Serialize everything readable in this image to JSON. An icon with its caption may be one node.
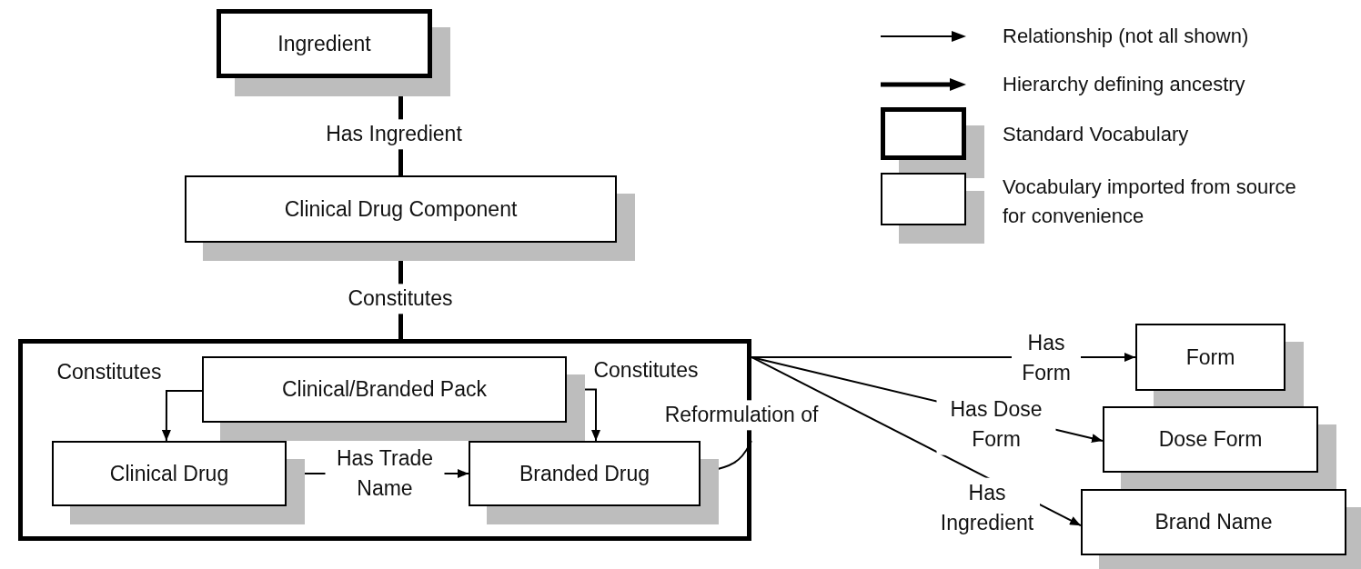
{
  "diagram": {
    "nodes": [
      {
        "text": [
          "Ingredient"
        ]
      },
      {
        "text": [
          "Clinical Drug Component"
        ]
      },
      {
        "text": [],
        "shape": "box"
      },
      {
        "text": [
          "Clinical/Branded Pack"
        ],
        "in": 2
      },
      {
        "text": [
          "Clinical Drug"
        ],
        "in": 2
      },
      {
        "text": [
          "Branded Drug"
        ],
        "in": 2
      },
      {
        "text": [
          "Form"
        ]
      },
      {
        "text": [
          "Dose Form"
        ]
      },
      {
        "text": [
          "Brand Name"
        ]
      }
    ],
    "edges": [
      {
        "from": 1,
        "to": 0,
        "arrow": "to",
        "label": "Has Ingredient",
        "style": "thick"
      },
      {
        "from": 2,
        "to": 1,
        "arrow": "to",
        "label": "Constitutes",
        "style": "thick"
      },
      {
        "from": 3,
        "to": 4,
        "arrow": "to",
        "label": "Constitutes"
      },
      {
        "from": 3,
        "to": 5,
        "arrow": "to",
        "label": "Constitutes"
      },
      {
        "from": 2,
        "to": 5,
        "arrow": "to",
        "label": "Reformulation of"
      },
      {
        "from": 2,
        "to": 6,
        "arrow": "to",
        "label": "Has Form"
      },
      {
        "from": 2,
        "to": 7,
        "arrow": "to",
        "label": "Has Dose Form"
      },
      {
        "from": 2,
        "to": 8,
        "arrow": "to",
        "label": "Has Ingredient"
      },
      {
        "from": 4,
        "to": 5,
        "arrow": "to",
        "label": "Has Trade Name"
      }
    ],
    "legend": [
      {
        "text": "Relationship (not all shown)"
      },
      {
        "text": "Hierarchy defining ancestry"
      },
      {
        "text": "Standard Vocabulary"
      },
      {
        "text": "Vocabulary imported from source for convenience"
      }
    ]
  }
}
